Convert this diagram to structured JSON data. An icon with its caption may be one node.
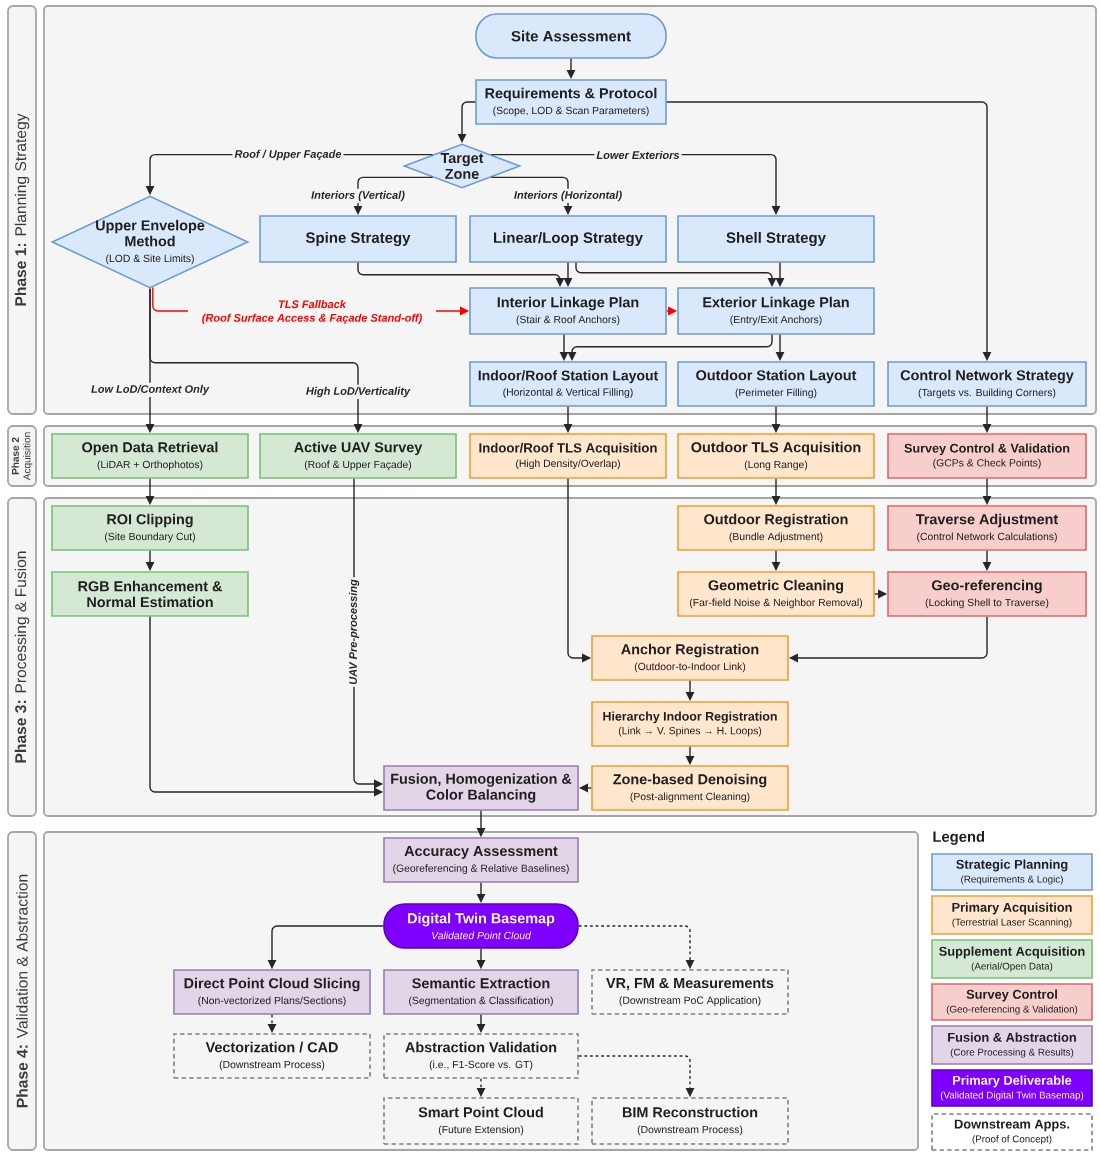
{
  "diagram": {
    "nodes": [
      {
        "text": [
          "**Phase 1:** Planning Strategy"
        ]
      },
      {
        "text": [
          "Site Assessment"
        ],
        "in": 0
      },
      {
        "text": [
          "Requirements & Protocol",
          "(Scope, LOD & Scan Parameters)"
        ],
        "in": 0
      },
      {
        "text": [
          "Target Zone"
        ],
        "in": 0
      },
      {
        "text": [
          "Upper Envelope Method",
          "(LOD & Site Limits)"
        ],
        "in": 0
      },
      {
        "text": [
          "Spine Strategy"
        ],
        "in": 0
      },
      {
        "text": [
          "Linear/Loop Strategy"
        ],
        "in": 0
      },
      {
        "text": [
          "Shell Strategy"
        ],
        "in": 0
      },
      {
        "text": [
          "Interior Linkage Plan",
          "(Stair & Roof Anchors)"
        ],
        "in": 0
      },
      {
        "text": [
          "Exterior Linkage Plan",
          "(Entry/Exit Anchors)"
        ],
        "in": 0
      },
      {
        "text": [
          "Indoor/Roof Station Layout",
          "(Horizontal & Vertical Filling)"
        ],
        "in": 0
      },
      {
        "text": [
          "Outdoor Station Layout",
          "(Perimeter Filling)"
        ],
        "in": 0
      },
      {
        "text": [
          "Control Network Strategy",
          "(Targets vs. Building Corners)"
        ],
        "in": 0
      },
      {
        "text": [
          "**Phase 2** Acquisition"
        ]
      },
      {
        "text": [
          "Open Data Retrieval",
          "(LiDAR + Orthophotos)"
        ],
        "in": 13
      },
      {
        "text": [
          "Active UAV Survey",
          "(Roof & Upper Façade)"
        ],
        "in": 13
      },
      {
        "text": [
          "Indoor/Roof TLS Acquisition",
          "(High Density/Overlap)"
        ],
        "in": 13
      },
      {
        "text": [
          "Outdoor TLS Acquisition",
          "(Long Range)"
        ],
        "in": 13
      },
      {
        "text": [
          "Survey Control & Validation",
          "(GCPs & Check Points)"
        ],
        "in": 13
      },
      {
        "text": [
          "**Phase 3:** Processing & Fusion"
        ]
      },
      {
        "text": [
          "ROI Clipping",
          "(Site Boundary Cut)"
        ],
        "in": 19
      },
      {
        "text": [
          "Outdoor Registration",
          "(Bundle Adjustment)"
        ],
        "in": 19
      },
      {
        "text": [
          "Traverse Adjustment",
          "(Control Network Calculations)"
        ],
        "in": 19
      },
      {
        "text": [
          "RGB Enhancement & Normal Estimation"
        ],
        "in": 19
      },
      {
        "text": [
          "Geometric Cleaning",
          "(Far-field Noise & Neighbor Removal)"
        ],
        "in": 19
      },
      {
        "text": [
          "Geo-referencing",
          "(Locking Shell to Traverse)"
        ],
        "in": 19
      },
      {
        "text": [
          "Anchor Registration",
          "(Outdoor-to-Indoor Link)"
        ],
        "in": 19
      },
      {
        "text": [
          "Hierarchy Indoor Registration",
          "(Link → V. Spines → H. Loops)"
        ],
        "in": 19
      },
      {
        "text": [
          "Fusion, Homogenization & Color Balancing"
        ],
        "in": 19
      },
      {
        "text": [
          "Zone-based Denoising",
          "(Post-alignment Cleaning)"
        ],
        "in": 19
      },
      {
        "text": [
          "**Phase 4:** Validation & Abstraction"
        ]
      },
      {
        "text": [
          "Accuracy Assessment",
          "(Georeferencing & Relative Baselines)"
        ],
        "in": 30
      },
      {
        "text": [
          "Digital Twin Basemap",
          "Validated Point Cloud"
        ],
        "in": 30
      },
      {
        "text": [
          "Direct Point Cloud Slicing",
          "(Non-vectorized Plans/Sections)"
        ],
        "in": 30
      },
      {
        "text": [
          "Semantic Extraction",
          "(Segmentation & Classification)"
        ],
        "in": 30
      },
      {
        "text": [
          "VR, FM & Measurements",
          "(Downstream PoC Application)"
        ],
        "in": 30
      },
      {
        "text": [
          "Vectorization / CAD",
          "(Downstream Process)"
        ],
        "in": 30
      },
      {
        "text": [
          "Abstraction Validation",
          "(i.e., F1-Score vs. GT)"
        ],
        "in": 30
      },
      {
        "text": [
          "Smart Point Cloud",
          "(Future Extension)"
        ],
        "in": 30
      },
      {
        "text": [
          "BIM Reconstruction",
          "(Downstream Process)"
        ],
        "in": 30
      }
    ],
    "edges": [
      {
        "from": 1,
        "to": 2,
        "arrow": "to"
      },
      {
        "from": 2,
        "to": 3,
        "arrow": "to"
      },
      {
        "from": 2,
        "to": 12,
        "arrow": "to"
      },
      {
        "from": 3,
        "to": 4,
        "arrow": "to",
        "label": "Roof / Upper Façade"
      },
      {
        "from": 3,
        "to": 7,
        "arrow": "to",
        "label": "Lower Exteriors"
      },
      {
        "from": 3,
        "to": 5,
        "arrow": "to",
        "label": "Interiors (Vertical)"
      },
      {
        "from": 3,
        "to": 6,
        "arrow": "to",
        "label": "Interiors (Horizontal)"
      },
      {
        "from": 5,
        "to": 8,
        "arrow": "to"
      },
      {
        "from": 6,
        "to": 8,
        "arrow": "to"
      },
      {
        "from": 6,
        "to": 9,
        "arrow": "to"
      },
      {
        "from": 7,
        "to": 9,
        "arrow": "to"
      },
      {
        "from": 4,
        "to": 8,
        "arrow": "to",
        "label": "TLS Fallback (Roof Surface Access & Façade Stand-off)",
        "color": "#ff0000"
      },
      {
        "from": 8,
        "to": 9,
        "arrow": "to",
        "color": "#ff0000"
      },
      {
        "from": 8,
        "to": 10,
        "arrow": "to"
      },
      {
        "from": 9,
        "to": 10,
        "arrow": "to"
      },
      {
        "from": 9,
        "to": 11,
        "arrow": "to"
      },
      {
        "from": 4,
        "to": 14,
        "arrow": "to",
        "label": "Low LoD/Context Only"
      },
      {
        "from": 4,
        "to": 15,
        "arrow": "to",
        "label": "High LoD/Verticality"
      },
      {
        "from": 10,
        "to": 16,
        "arrow": "to"
      },
      {
        "from": 11,
        "to": 17,
        "arrow": "to"
      },
      {
        "from": 12,
        "to": 18,
        "arrow": "to"
      },
      {
        "from": 14,
        "to": 20,
        "arrow": "to"
      },
      {
        "from": 15,
        "to": 28,
        "arrow": "to",
        "label": "UAV Pre-processing"
      },
      {
        "from": 16,
        "to": 26,
        "arrow": "to"
      },
      {
        "from": 17,
        "to": 21,
        "arrow": "to"
      },
      {
        "from": 18,
        "to": 22,
        "arrow": "to"
      },
      {
        "from": 20,
        "to": 23,
        "arrow": "to"
      },
      {
        "from": 21,
        "to": 24,
        "arrow": "to"
      },
      {
        "from": 22,
        "to": 25,
        "arrow": "to"
      },
      {
        "from": 24,
        "to": 25,
        "arrow": "to"
      },
      {
        "from": 25,
        "to": 26,
        "arrow": "to"
      },
      {
        "from": 23,
        "to": 28,
        "arrow": "to"
      },
      {
        "from": 26,
        "to": 27,
        "arrow": "to"
      },
      {
        "from": 27,
        "to": 29,
        "arrow": "to"
      },
      {
        "from": 29,
        "to": 28,
        "arrow": "to"
      },
      {
        "from": 28,
        "to": 31,
        "arrow": "to"
      },
      {
        "from": 31,
        "to": 32,
        "arrow": "to"
      },
      {
        "from": 32,
        "to": 33,
        "arrow": "to"
      },
      {
        "from": 32,
        "to": 34,
        "arrow": "to"
      },
      {
        "from": 32,
        "to": 35,
        "arrow": "to",
        "style": "dashed"
      },
      {
        "from": 33,
        "to": 36,
        "arrow": "to",
        "style": "dashed"
      },
      {
        "from": 34,
        "to": 37,
        "arrow": "to"
      },
      {
        "from": 37,
        "to": 38,
        "arrow": "to",
        "style": "dashed"
      },
      {
        "from": 37,
        "to": 39,
        "arrow": "to",
        "style": "dashed"
      }
    ],
    "labels": [
      "Legend"
    ],
    "legend": [
      {
        "text": "**Strategic Planning** (Requirements & Logic)",
        "color": "#dae8fc"
      },
      {
        "text": "**Primary Acquisition** (Terrestrial Laser Scanning)",
        "color": "#ffe6cc"
      },
      {
        "text": "**Supplement Acquisition** (Aerial/Open Data)",
        "color": "#d5e8d4"
      },
      {
        "text": "**Survey Control** (Geo-referencing & Validation)",
        "color": "#f8cecc"
      },
      {
        "text": "**Fusion & Abstraction** (Core Processing & Results)",
        "color": "#e1d5e7"
      },
      {
        "text": "**Primary Deliverable** (Validated Digital Twin Basemap)",
        "color": "#7f00ff"
      },
      {
        "text": "**Downstream Apps.** (Proof of Concept)"
      }
    ]
  }
}
